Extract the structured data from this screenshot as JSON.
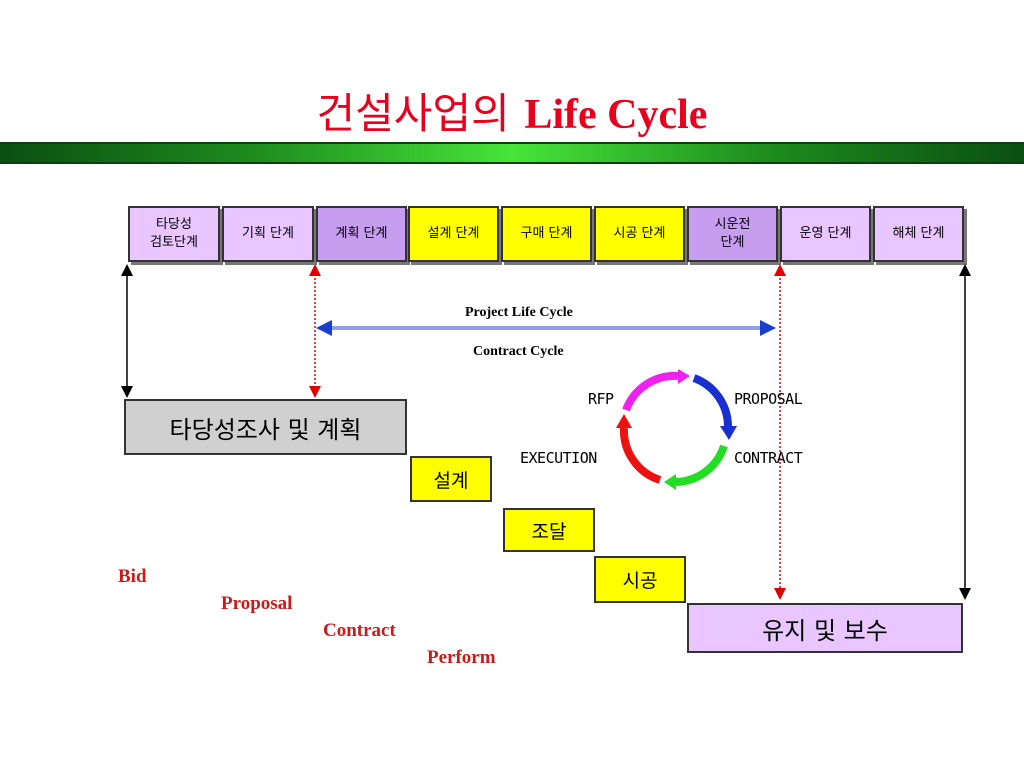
{
  "title": {
    "korean": "건설사업의",
    "english": "Life Cycle"
  },
  "colors": {
    "title": "#e8001c",
    "bid_text": "#cc1a1a"
  },
  "phases": [
    {
      "label": "타당성\n검토단계",
      "color": "#e9c6ff"
    },
    {
      "label": "기획 단계",
      "color": "#e9c6ff"
    },
    {
      "label": "계획 단계",
      "color": "#c79df0"
    },
    {
      "label": "설계 단계",
      "color": "#ffff00"
    },
    {
      "label": "구매 단계",
      "color": "#ffff00"
    },
    {
      "label": "시공 단계",
      "color": "#ffff00"
    },
    {
      "label": "시운전\n단계",
      "color": "#c79df0"
    },
    {
      "label": "운영 단계",
      "color": "#e9c6ff"
    },
    {
      "label": "해체 단계",
      "color": "#e9c6ff"
    }
  ],
  "cycle_labels": {
    "project_life_cycle": "Project Life Cycle",
    "contract_cycle": "Contract Cycle"
  },
  "contract_cycle_steps": {
    "rfp": "RFP",
    "proposal": "PROPOSAL",
    "contract": "CONTRACT",
    "execution": "EXECUTION"
  },
  "cycle_arrow_colors": {
    "top": "#ee22ee",
    "right": "#1a2fd0",
    "bottom": "#22dd22",
    "left": "#ee1111"
  },
  "stages": {
    "feasibility": {
      "label": "타당성조사 및 계획",
      "color": "#d0d0d0"
    },
    "design": {
      "label": "설계",
      "color": "#ffff00"
    },
    "procurement": {
      "label": "조달",
      "color": "#ffff00"
    },
    "construction": {
      "label": "시공",
      "color": "#ffff00"
    },
    "maintenance": {
      "label": "유지 및 보수",
      "color": "#e9c6ff"
    }
  },
  "bid_sequence": [
    "Bid",
    "Proposal",
    "Contract",
    "Perform"
  ]
}
